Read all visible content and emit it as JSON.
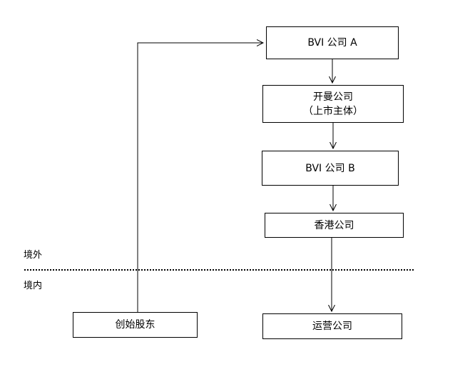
{
  "entities": {
    "bvi_a": {
      "label": "BVI 公司 A"
    },
    "kaiman": {
      "label": "开曼公司",
      "sublabel": "（上市主体）"
    },
    "bvi_b": {
      "label": "BVI 公司 B"
    },
    "hongkong": {
      "label": "香港公司"
    },
    "operating": {
      "label": "运营公司"
    },
    "founder": {
      "label": "创始股东"
    }
  },
  "regions": {
    "offshore": "境外",
    "onshore": "境内"
  }
}
